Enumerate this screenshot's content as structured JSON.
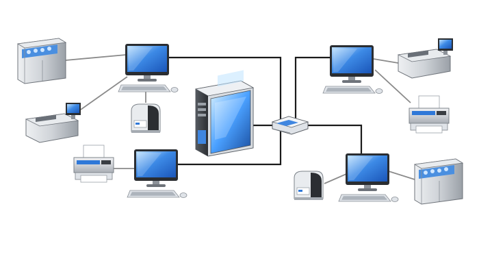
{
  "diagram": {
    "background": "#ffffff",
    "colors": {
      "cable_dark": "#1a1a1a",
      "cable_gray": "#8a8a8a",
      "screen_blue": "#2f78d8",
      "screen_light": "#9fd0ff",
      "metal": "#cfd3d8",
      "metal_dark": "#7a7f86"
    },
    "nodes": [
      {
        "id": "server",
        "kind": "server-tower",
        "icon": "server-icon"
      },
      {
        "id": "hub",
        "kind": "network-switch",
        "icon": "switch-icon"
      },
      {
        "id": "pc-top-left",
        "kind": "workstation",
        "icon": "computer-icon"
      },
      {
        "id": "pc-bottom-left",
        "kind": "workstation",
        "icon": "computer-icon"
      },
      {
        "id": "pc-top-right",
        "kind": "workstation",
        "icon": "computer-icon"
      },
      {
        "id": "pc-bottom-right",
        "kind": "workstation",
        "icon": "computer-icon"
      },
      {
        "id": "analyzer-top-left",
        "kind": "lab-analyzer",
        "icon": "analyzer-icon"
      },
      {
        "id": "analyzer-mid-left",
        "kind": "lab-analyzer-with-monitor",
        "icon": "analyzer-icon"
      },
      {
        "id": "analyzer-top-right",
        "kind": "lab-analyzer-with-monitor",
        "icon": "analyzer-icon"
      },
      {
        "id": "analyzer-bottom-right",
        "kind": "lab-analyzer",
        "icon": "analyzer-icon"
      },
      {
        "id": "label-printer-left",
        "kind": "label-printer",
        "icon": "label-printer-icon"
      },
      {
        "id": "label-printer-right",
        "kind": "label-printer",
        "icon": "label-printer-icon"
      },
      {
        "id": "printer-left",
        "kind": "printer",
        "icon": "printer-icon"
      },
      {
        "id": "printer-right",
        "kind": "printer",
        "icon": "printer-icon"
      }
    ],
    "connections": [
      {
        "from": "pc-top-left",
        "to": "hub",
        "style": "dark"
      },
      {
        "from": "pc-bottom-left",
        "to": "hub",
        "style": "dark"
      },
      {
        "from": "server",
        "to": "hub",
        "style": "dark"
      },
      {
        "from": "pc-top-right",
        "to": "hub",
        "style": "dark"
      },
      {
        "from": "pc-bottom-right",
        "to": "hub",
        "style": "dark"
      },
      {
        "from": "pc-top-left",
        "to": "analyzer-top-left",
        "style": "gray"
      },
      {
        "from": "pc-top-left",
        "to": "analyzer-mid-left",
        "style": "gray"
      },
      {
        "from": "pc-top-left",
        "to": "label-printer-left",
        "style": "gray"
      },
      {
        "from": "pc-bottom-left",
        "to": "printer-left",
        "style": "gray"
      },
      {
        "from": "pc-top-right",
        "to": "analyzer-top-right",
        "style": "gray"
      },
      {
        "from": "pc-top-right",
        "to": "printer-right",
        "style": "gray"
      },
      {
        "from": "pc-bottom-right",
        "to": "label-printer-right",
        "style": "gray"
      },
      {
        "from": "pc-bottom-right",
        "to": "analyzer-bottom-right",
        "style": "gray"
      }
    ]
  }
}
